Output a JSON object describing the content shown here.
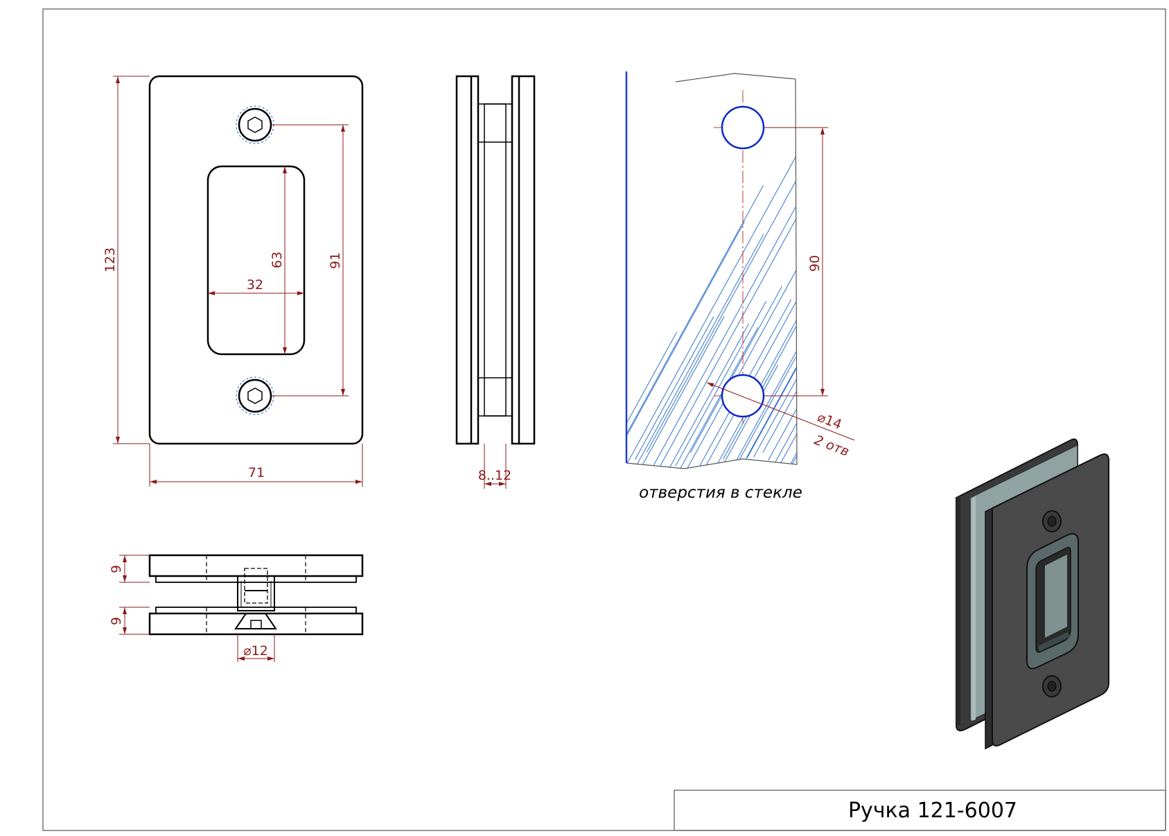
{
  "drawing": {
    "title": "Ручка 121-6007",
    "glass_note": "отверстия в стекле",
    "dimensions": {
      "height": "123",
      "width": "71",
      "slot_height": "63",
      "slot_width": "32",
      "screw_spacing": "91",
      "glass_gap": "8..12",
      "glass_hole_spacing": "90",
      "hole_diameter": "⌀14",
      "hole_count": "2 отв",
      "plate_thickness_top": "9",
      "plate_thickness_bottom": "9",
      "screw_diameter": "⌀12"
    },
    "colors": {
      "outline": "#000000",
      "dimension": "#8b1a1a",
      "glass_hatch": "#1e64c8",
      "hole": "#0a28c8",
      "render_body": "#4a4a4a",
      "render_glass": "#8fa3a3"
    }
  }
}
